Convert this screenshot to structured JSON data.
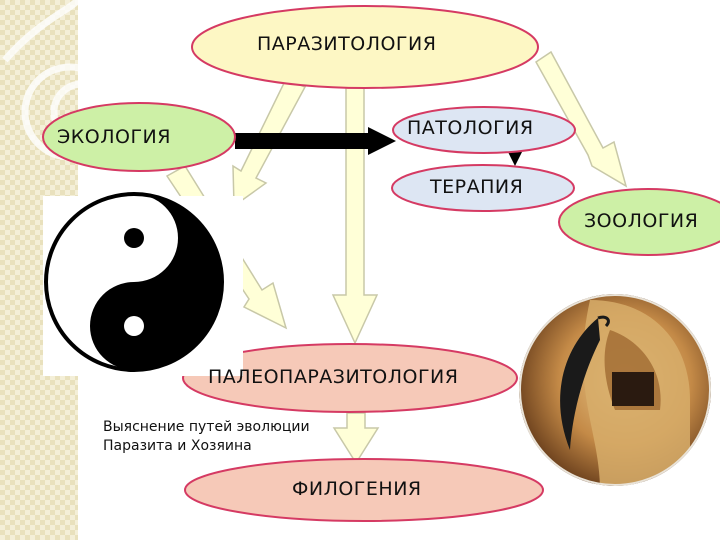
{
  "nodes": {
    "parasitology": "ПАРАЗИТОЛОГИЯ",
    "ecology": "ЭКОЛОГИЯ",
    "pathology": "ПАТОЛОГИЯ",
    "therapy": "ТЕРАПИЯ",
    "zoology": "ЗООЛОГИЯ",
    "paleoparasitology": "ПАЛЕОПАРАЗИТОЛОГИЯ",
    "phylogeny": "ФИЛОГЕНИЯ"
  },
  "note": {
    "line1": "Выяснение путей эволюции",
    "line2": "Паразита и Хозяина"
  },
  "colors": {
    "parasitology_fill": "#fdf7c4",
    "ecology_fill": "#cdf0a6",
    "blue_fill": "#dde6f3",
    "pink_fill": "#f6c9b8",
    "arrow_fill": "#ffffd7",
    "arrow_stroke": "#c8c8a8",
    "border": "#d53a63"
  },
  "images": [
    "yin-yang-symbol",
    "mummy-photo-with-parasite-worm"
  ]
}
